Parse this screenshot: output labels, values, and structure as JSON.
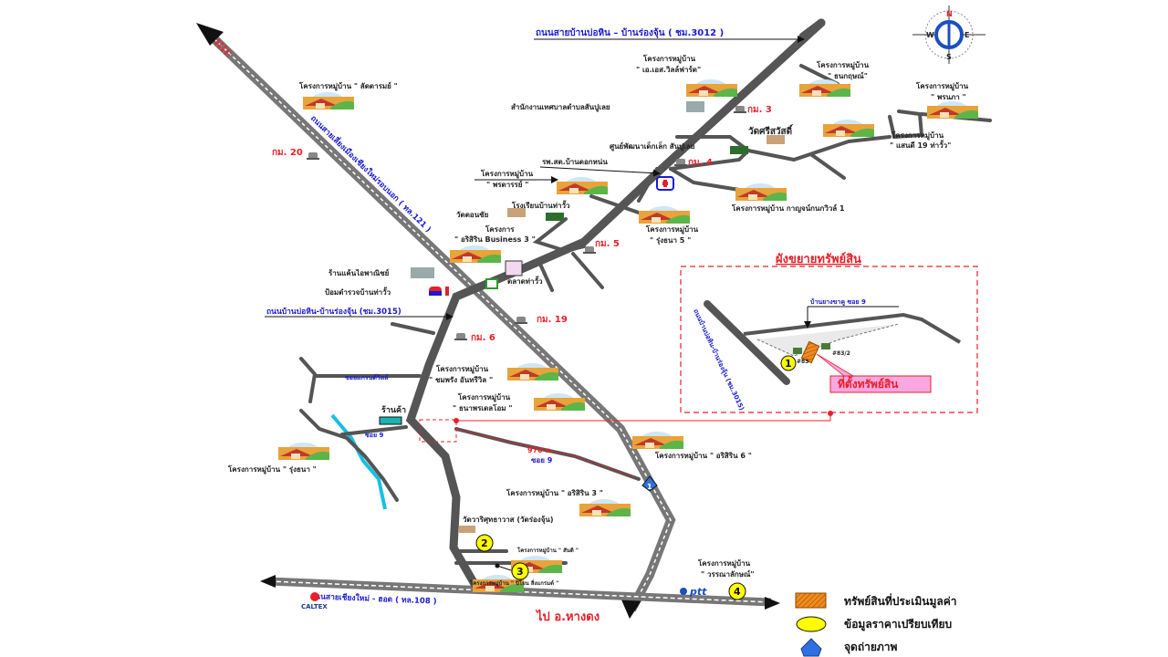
{
  "compass": {
    "n": "N",
    "s": "S",
    "e": "E",
    "w": "W"
  },
  "roads": {
    "top": "ถนนสายบ้านบ่อหิน – บ้านร่องจุ้น ( ชม.3012 )",
    "highway121": "ถนนสายเลี่ยงเมืองเชียงใหม่รอบนอก ( ทล.121 )",
    "road3015": "ถนนบ้านบ่อหิน-บ้านร่องจุ้น (ชม.3015)",
    "bottom": "ถนนสายเชียงใหม่ - ฮอด ( ทล.108 )",
    "soi_left": "ซอยแกรนด์วิลล์",
    "soi9": "ซอย 9",
    "distance": "970 ม.",
    "to_hangdong": "ไป อ.หางดง"
  },
  "km_markers": [
    "กม. 3",
    "กม. 4",
    "กม. 5",
    "กม. 6",
    "กม. 19",
    "กม. 20"
  ],
  "places": {
    "office": "สำนักงานเทศบาลตำบลสันปูเลย",
    "wat_sri": "วัดศรีสวัสดิ์",
    "child_center": "ศูนย์พัฒนาเด็กเล็ก สันปูเลย",
    "hospital": "รพ.สต.บ้านดอกหน่น",
    "school": "โรงเรียนบ้านท่าวั้ว",
    "wat_don": "วัดดอนชัย",
    "shop": "ร้านแค้นไอพาณิชย์",
    "police": "ป้อมตำรวจบ้านท่าวั้ว",
    "market": "ตลาดท่าวั้ว",
    "store": "ร้านค้า",
    "wat_rong": "วัดวาริศุทธาวาส (วัดร่องจุ้น)"
  },
  "projects": [
    {
      "l1": "โครงการหมู่บ้าน",
      "l2": "\" เอ.เอส.วิลล์ฟาร์ด\""
    },
    {
      "l1": "โครงการหมู่บ้าน",
      "l2": "\" ธนกฤษณ์\""
    },
    {
      "l1": "โครงการหมู่บ้าน",
      "l2": "\" พรนภา \""
    },
    {
      "l1": "โครงการหมู่บ้าน",
      "l2": "\" แสนดี 19 ท่าวั้ว\""
    },
    {
      "l1": "โครงการหมู่บ้าน กาญจน์กนกวิวล์ 1",
      "l2": ""
    },
    {
      "l1": "โครงการหมู่บ้าน \" ลัดดารมย์ \"",
      "l2": ""
    },
    {
      "l1": "โครงการหมู่บ้าน",
      "l2": "\" พรดารรย์ \""
    },
    {
      "l1": "โครงการ",
      "l2": "\" อริสิริน Business 3 \""
    },
    {
      "l1": "โครงการหมู่บ้าน",
      "l2": "\" รุ่งธนา 5 \""
    },
    {
      "l1": "โครงการหมู่บ้าน",
      "l2": "\" ชมพรัง อันทรีวิล \""
    },
    {
      "l1": "โครงการหมู่บ้าน",
      "l2": "\" ธนาพรเดลโอม \""
    },
    {
      "l1": "โครงการหมู่บ้าน \" อริสิริน 6 \"",
      "l2": ""
    },
    {
      "l1": "โครงการหมู่บ้าน \" รุ่งธนา \"",
      "l2": ""
    },
    {
      "l1": "โครงการหมู่บ้าน \" อริสิริน 3 \"",
      "l2": ""
    },
    {
      "l1": "โครงการหมู่บ้าน \" สันติ \"",
      "l2": ""
    },
    {
      "l1": "โครงการหมู่บ้าน \" ปิโยน สิ่งแกรมด์ \"",
      "l2": ""
    },
    {
      "l1": "โครงการหมู่บ้าน",
      "l2": "\" วรรณาลักษณ์\""
    }
  ],
  "inset": {
    "title": "ผังขยายทรัพย์สิน",
    "road": "ถนนบ้านบ่อหิน-บ้านร่องจุ้น (ชม.3015)",
    "soi": "บ้านยางขาคู ซอย 9",
    "house1": "#83",
    "house2": "#83/2",
    "property_label": "ที่ตั้งทรัพย์สิน",
    "marker": "1"
  },
  "markers": [
    "1",
    "2",
    "3",
    "4"
  ],
  "brands": {
    "caltex": "CALTEX",
    "ptt": "ptt"
  },
  "legend": [
    {
      "icon": "hatched-orange-square",
      "label": "ทรัพย์สินที่ประเมินมูลค่า",
      "color": "#f28a1e"
    },
    {
      "icon": "yellow-circle",
      "label": "ข้อมูลราคาเปรียบเทียบ",
      "color": "#ffff00"
    },
    {
      "icon": "blue-camera-point",
      "label": "จุดถ่ายภาพ",
      "color": "#2f6fe0"
    }
  ],
  "colors": {
    "road": "#555555",
    "highway": "#777777",
    "accent_red": "#e8202a",
    "road_label": "#1a1ad0",
    "river": "#18c0e0"
  }
}
